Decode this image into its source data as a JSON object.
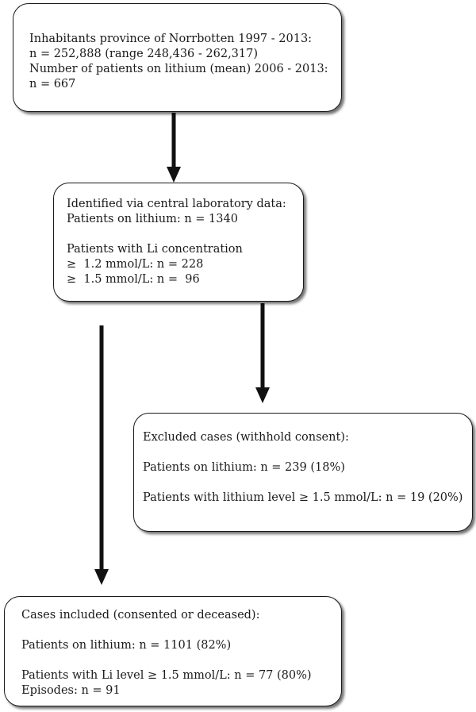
{
  "boxes": {
    "population": {
      "lines": [
        "Inhabitants province of Norrbotten 1997 - 2013:",
        "n = 252,888 (range 248,436 - 262,317)",
        "Number of patients on lithium (mean) 2006 - 2013:",
        "n = 667"
      ]
    },
    "identified": {
      "lines": [
        "Identified via central laboratory data:",
        "Patients on lithium: n = 1340",
        "",
        "Patients with Li concentration",
        "≥  1.2 mmol/L: n = 228",
        "≥  1.5 mmol/L: n =  96"
      ]
    },
    "excluded": {
      "lines": [
        "Excluded cases (withhold consent):",
        "",
        "Patients on lithium: n = 239 (18%)",
        "",
        "Patients with lithium level ≥ 1.5 mmol/L: n = 19 (20%)"
      ]
    },
    "included": {
      "lines": [
        "Cases included (consented or deceased):",
        "",
        "Patients on lithium: n = 1101 (82%)",
        "",
        "Patients with Li level ≥ 1.5 mmol/L: n = 77 (80%)",
        "Episodes: n = 91"
      ]
    }
  }
}
